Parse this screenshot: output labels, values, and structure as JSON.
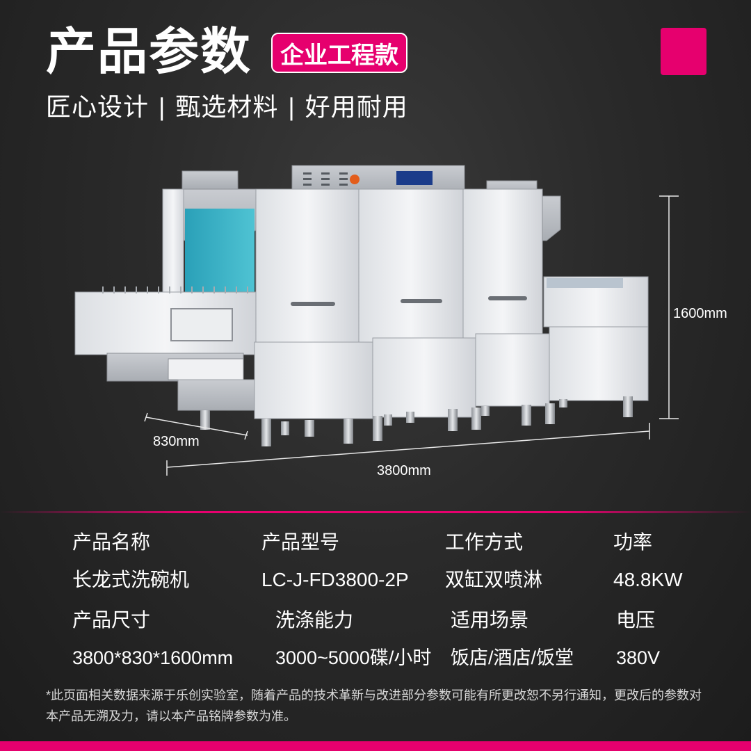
{
  "header": {
    "title": "产品参数",
    "badge": "企业工程款",
    "subtitle": [
      "匠心设计",
      "甄选材料",
      "好用耐用"
    ],
    "subtitle_separator": "|"
  },
  "dimensions": {
    "height": "1600mm",
    "depth": "830mm",
    "length": "3800mm"
  },
  "specs": {
    "name_label": "产品名称",
    "name_value": "长龙式洗碗机",
    "model_label": "产品型号",
    "model_value": "LC-J-FD3800-2P",
    "mode_label": "工作方式",
    "mode_value": "双缸双喷淋",
    "power_label": "功率",
    "power_value": "48.8KW",
    "size_label": "产品尺寸",
    "size_value": "3800*830*1600mm",
    "capacity_label": "洗涤能力",
    "capacity_value": "3000~5000碟/小时",
    "scene_label": "适用场景",
    "scene_value": "饭店/酒店/饭堂",
    "voltage_label": "电压",
    "voltage_value": "380V"
  },
  "footnote": "*此页面相关数据来源于乐创实验室，随着产品的技术革新与改进部分参数可能有所更改恕不另行通知，更改后的参数对本产品无溯及力，请以本产品铭牌参数为准。",
  "colors": {
    "accent": "#e6006e",
    "background": "#262626",
    "text": "#ffffff"
  }
}
